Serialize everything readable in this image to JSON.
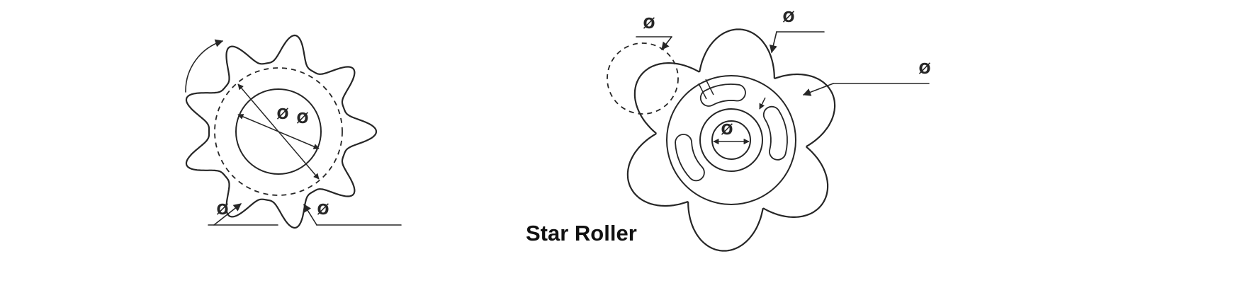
{
  "caption": "Star Roller",
  "colors": {
    "ink": "#262626",
    "background": "#ffffff"
  },
  "left_view": {
    "labels": {
      "center_dia_1": "Ø",
      "center_dia_2": "Ø",
      "bottom_left_dia": "Ø",
      "bottom_dia": "Ø"
    }
  },
  "right_view": {
    "labels": {
      "top_left_dia": "Ø",
      "top_dia": "Ø",
      "right_dia": "Ø",
      "center_dia": "Ø"
    }
  }
}
